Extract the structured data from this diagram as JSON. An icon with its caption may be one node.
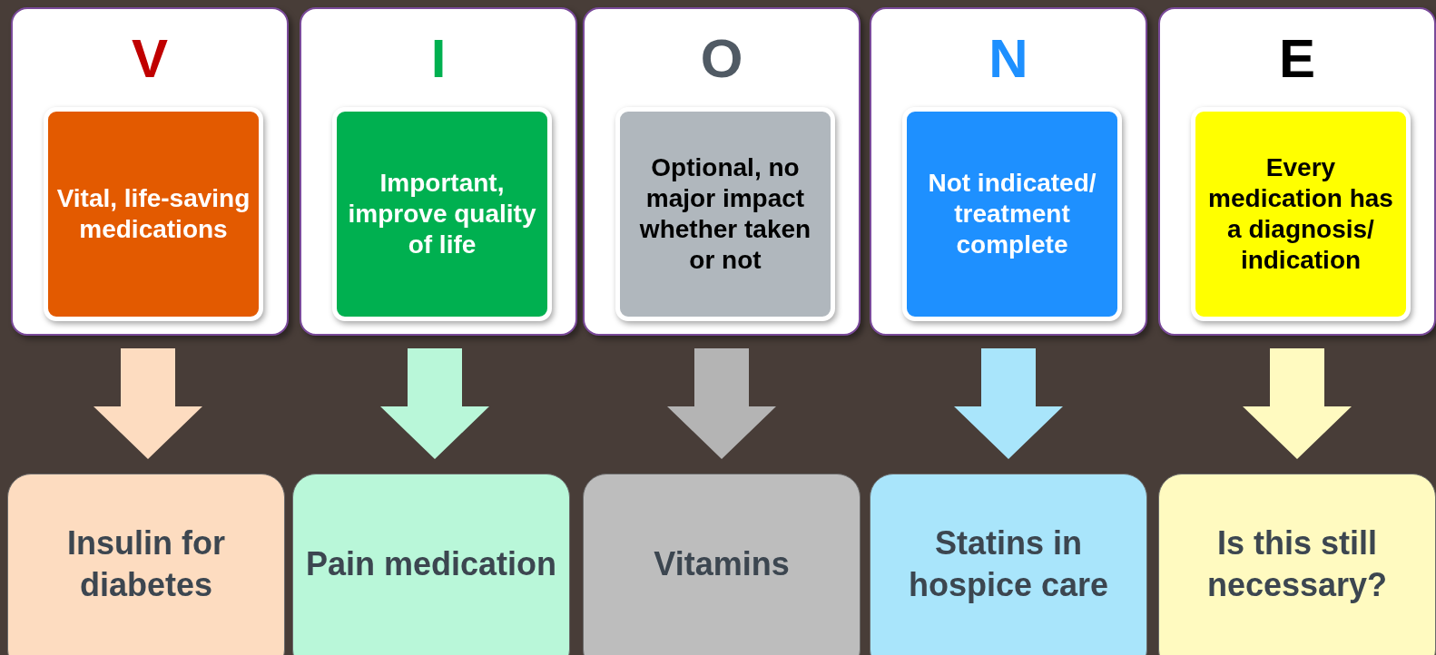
{
  "diagram": {
    "nodes": [
      {
        "text": [
          "V"
        ]
      },
      {
        "text": [
          "Vital, life-saving medications"
        ],
        "in": 0
      },
      {
        "text": [
          "I"
        ]
      },
      {
        "text": [
          "Important, improve quality of life"
        ],
        "in": 2
      },
      {
        "text": [
          "O"
        ]
      },
      {
        "text": [
          "Optional, no major impact whether taken or not"
        ],
        "in": 4
      },
      {
        "text": [
          "N"
        ]
      },
      {
        "text": [
          "Not indicated/ treatment complete"
        ],
        "in": 6
      },
      {
        "text": [
          "E"
        ]
      },
      {
        "text": [
          "Every medication has a diagnosis/ indication"
        ],
        "in": 8
      },
      {
        "text": [
          "Insulin for diabetes"
        ]
      },
      {
        "text": [
          "Pain medication"
        ]
      },
      {
        "text": [
          "Vitamins"
        ]
      },
      {
        "text": [
          "Statins in hospice care"
        ]
      },
      {
        "text": [
          "Is this still necessary?"
        ]
      }
    ],
    "edges": [
      {
        "from": 0,
        "to": 10,
        "arrow": "to",
        "style": "thick",
        "color": "#fddcc0"
      },
      {
        "from": 2,
        "to": 11,
        "arrow": "to",
        "style": "thick",
        "color": "#b9f7d9"
      },
      {
        "from": 4,
        "to": 12,
        "arrow": "to",
        "style": "thick",
        "color": "#b4b4b4"
      },
      {
        "from": 6,
        "to": 13,
        "arrow": "to",
        "style": "thick",
        "color": "#a9e5fb"
      },
      {
        "from": 8,
        "to": 14,
        "arrow": "to",
        "style": "thick",
        "color": "#fffac0"
      }
    ]
  }
}
